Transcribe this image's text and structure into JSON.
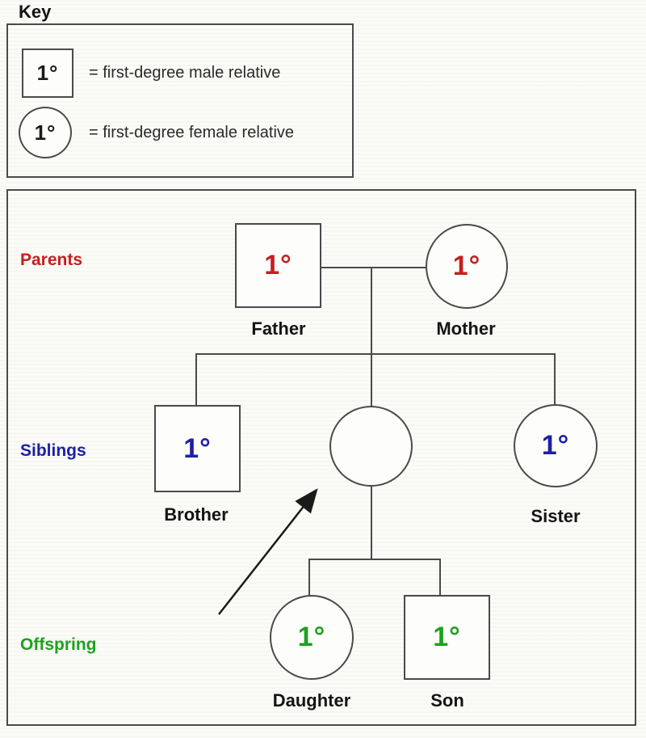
{
  "key": {
    "title": "Key",
    "male": {
      "symbol": "1°",
      "description": "= first-degree male relative"
    },
    "female": {
      "symbol": "1°",
      "description": "= first-degree female relative"
    }
  },
  "generations": {
    "parents": {
      "label": "Parents",
      "color": "#c42020"
    },
    "siblings": {
      "label": "Siblings",
      "color": "#1f1fa8"
    },
    "offspring": {
      "label": "Offspring",
      "color": "#1ea11e"
    }
  },
  "members": {
    "father": {
      "symbol": "1°",
      "name": "Father",
      "shape": "square",
      "degree_color": "#c42020"
    },
    "mother": {
      "symbol": "1°",
      "name": "Mother",
      "shape": "circle",
      "degree_color": "#c42020"
    },
    "brother": {
      "symbol": "1°",
      "name": "Brother",
      "shape": "square",
      "degree_color": "#1f1fa8"
    },
    "proband": {
      "symbol": "",
      "name": "",
      "shape": "circle",
      "note": "unlabeled circle indicated by arrow"
    },
    "sister": {
      "symbol": "1°",
      "name": "Sister",
      "shape": "circle",
      "degree_color": "#1f1fa8"
    },
    "daughter": {
      "symbol": "1°",
      "name": "Daughter",
      "shape": "circle",
      "degree_color": "#1ea11e"
    },
    "son": {
      "symbol": "1°",
      "name": "Son",
      "shape": "square",
      "degree_color": "#1ea11e"
    }
  },
  "colors": {
    "line": "#4a4a4a",
    "arrow": "#1a1a1a",
    "text": "#141414",
    "background": "#fbfbf8"
  }
}
